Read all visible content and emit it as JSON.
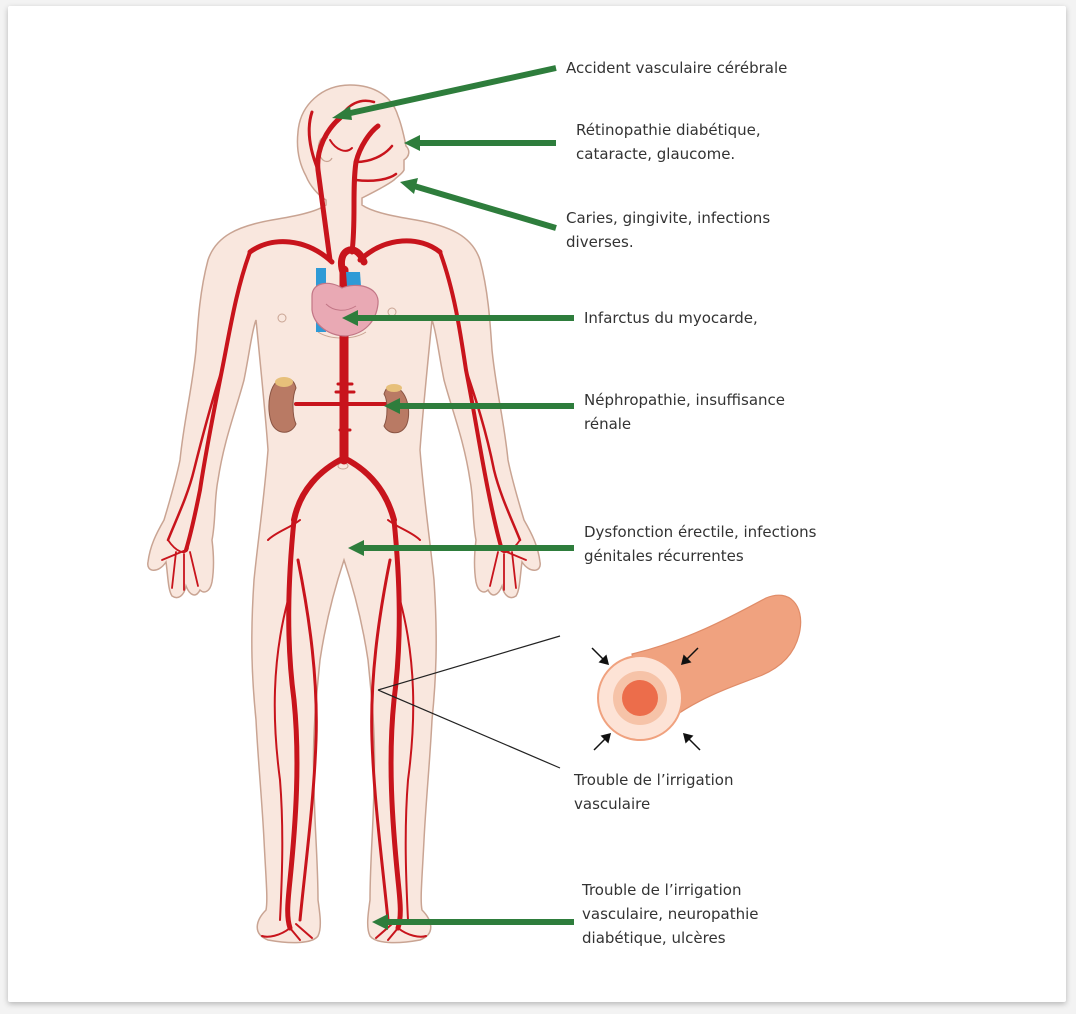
{
  "colors": {
    "skin": "#f9e7de",
    "skin_outline": "#c9a493",
    "artery": "#c8141c",
    "vein": "#2f9ad6",
    "heart": "#e9a9b4",
    "kidney": "#b97a64",
    "arrow": "#2e7d3c",
    "vessel_outer": "#f0a27f",
    "vessel_wall": "#fde3d6",
    "vessel_lumen": "#ec6d4b"
  },
  "labels": {
    "stroke": "Accident vasculaire cérébrale",
    "eyes": "Rétinopathie diabétique,\ncataracte, glaucome.",
    "mouth": "Caries, gingivite, infections\ndiverses.",
    "heart": "Infarctus du myocarde,",
    "kidney": "Néphropathie, insuffisance\nrénale",
    "genital": "Dysfonction érectile, infections\ngénitales récurrentes",
    "vessel": "Trouble de l’irrigation\nvasculaire",
    "feet": "Trouble de l’irrigation\nvasculaire, neuropathie\ndiabétique, ulcères"
  }
}
